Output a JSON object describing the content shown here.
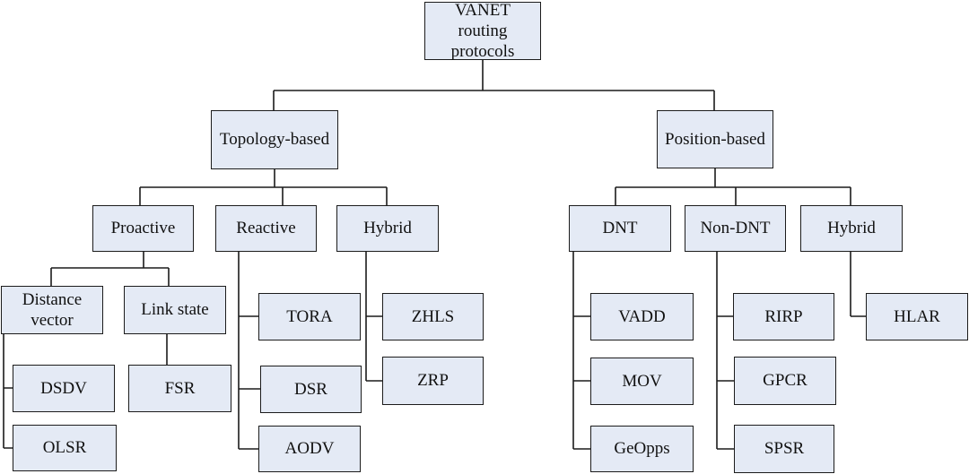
{
  "nodes": {
    "root": "VANET routing protocols",
    "topology_based": "Topology-based",
    "position_based": "Position-based",
    "proactive": "Proactive",
    "reactive": "Reactive",
    "hybrid_topology": "Hybrid",
    "dnt": "DNT",
    "non_dnt": "Non-DNT",
    "hybrid_position": "Hybrid",
    "distance_vector": "Distance vector",
    "link_state": "Link state",
    "tora": "TORA",
    "zhls": "ZHLS",
    "vadd": "VADD",
    "rirp": "RIRP",
    "hlar": "HLAR",
    "dsdv": "DSDV",
    "fsr": "FSR",
    "dsr": "DSR",
    "zrp": "ZRP",
    "mov": "MOV",
    "gpcr": "GPCR",
    "olsr": "OLSR",
    "aodv": "AODV",
    "geopps": "GeOpps",
    "spsr": "SPSR"
  },
  "hierarchy": [
    {
      "parent": "VANET routing protocols",
      "children": [
        "Topology-based",
        "Position-based"
      ]
    },
    {
      "parent": "Topology-based",
      "children": [
        "Proactive",
        "Reactive",
        "Hybrid"
      ]
    },
    {
      "parent": "Proactive",
      "children": [
        "Distance vector",
        "Link state"
      ]
    },
    {
      "parent": "Distance vector",
      "children": [
        "DSDV",
        "OLSR"
      ]
    },
    {
      "parent": "Link state",
      "children": [
        "FSR"
      ]
    },
    {
      "parent": "Reactive",
      "children": [
        "TORA",
        "DSR",
        "AODV"
      ]
    },
    {
      "parent": "Hybrid (topology-based)",
      "children": [
        "ZHLS",
        "ZRP"
      ]
    },
    {
      "parent": "Position-based",
      "children": [
        "DNT",
        "Non-DNT",
        "Hybrid"
      ]
    },
    {
      "parent": "DNT",
      "children": [
        "VADD",
        "MOV",
        "GeOpps"
      ]
    },
    {
      "parent": "Non-DNT",
      "children": [
        "RIRP",
        "GPCR",
        "SPSR"
      ]
    },
    {
      "parent": "Hybrid (position-based)",
      "children": [
        "HLAR"
      ]
    }
  ],
  "colors": {
    "node_fill": "#e4eaf5",
    "node_border": "#1c1c1c",
    "connector": "#1c1c1c",
    "text": "#111111",
    "background": "#ffffff"
  }
}
